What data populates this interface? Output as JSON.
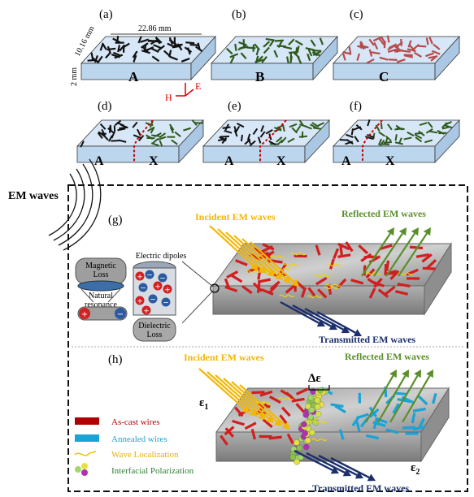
{
  "top_panels": {
    "a": {
      "tag": "(a)",
      "label": "A",
      "dim_length": "22.86 mm",
      "dim_width": "10.16 mm",
      "dim_thickness": "2 mm",
      "axis_e": "E",
      "axis_h": "H",
      "wire_color": "#111111"
    },
    "b": {
      "tag": "(b)",
      "label": "B",
      "wire_color": "#2e5a1c"
    },
    "c": {
      "tag": "(c)",
      "label": "C",
      "wire_color": "#b84a4a"
    }
  },
  "mid_panels": {
    "d": {
      "tag": "(d)",
      "left": "A",
      "right": "X"
    },
    "e": {
      "tag": "(e)",
      "left": "A",
      "right": "X"
    },
    "f": {
      "tag": "(f)",
      "left": "A",
      "right": "X"
    }
  },
  "em_waves_label": "EM waves",
  "panel_g": {
    "tag": "(g)",
    "incident": "Incident EM waves",
    "reflected": "Reflected EM waves",
    "transmitted": "Transmitted EM waves",
    "magnetic_loss": "Magnetic Loss",
    "natural_resonance": "Natural resonance",
    "electric_dipoles": "Electric dipoles",
    "dielectric_loss": "Dielectric Loss"
  },
  "panel_h": {
    "tag": "(h)",
    "incident": "Incident EM waves",
    "reflected": "Reflected EM waves",
    "transmitted": "Transmitted EM waves",
    "delta_eps": "Δε",
    "eps1": "ε",
    "eps1_sub": "1",
    "eps2": "ε",
    "eps2_sub": "2"
  },
  "legend": [
    {
      "text": "As-cast wires",
      "color": "#b00000"
    },
    {
      "text": "Annealed wires",
      "color": "#1aa3d6"
    },
    {
      "text": "Wave Localization",
      "color": "#f2c400"
    },
    {
      "text": "Interfacial Polarization",
      "color": "#2e7d32"
    }
  ],
  "colors": {
    "slab_top": "#d7e7f7",
    "slab_front": "#bcd6ee",
    "incident": "#f2b705",
    "reflected": "#5a8f2a",
    "transmitted": "#1c2f6b",
    "red_wire": "#d21e1e",
    "blue_wire": "#1aa3d6",
    "boundary": "#cc0000"
  }
}
